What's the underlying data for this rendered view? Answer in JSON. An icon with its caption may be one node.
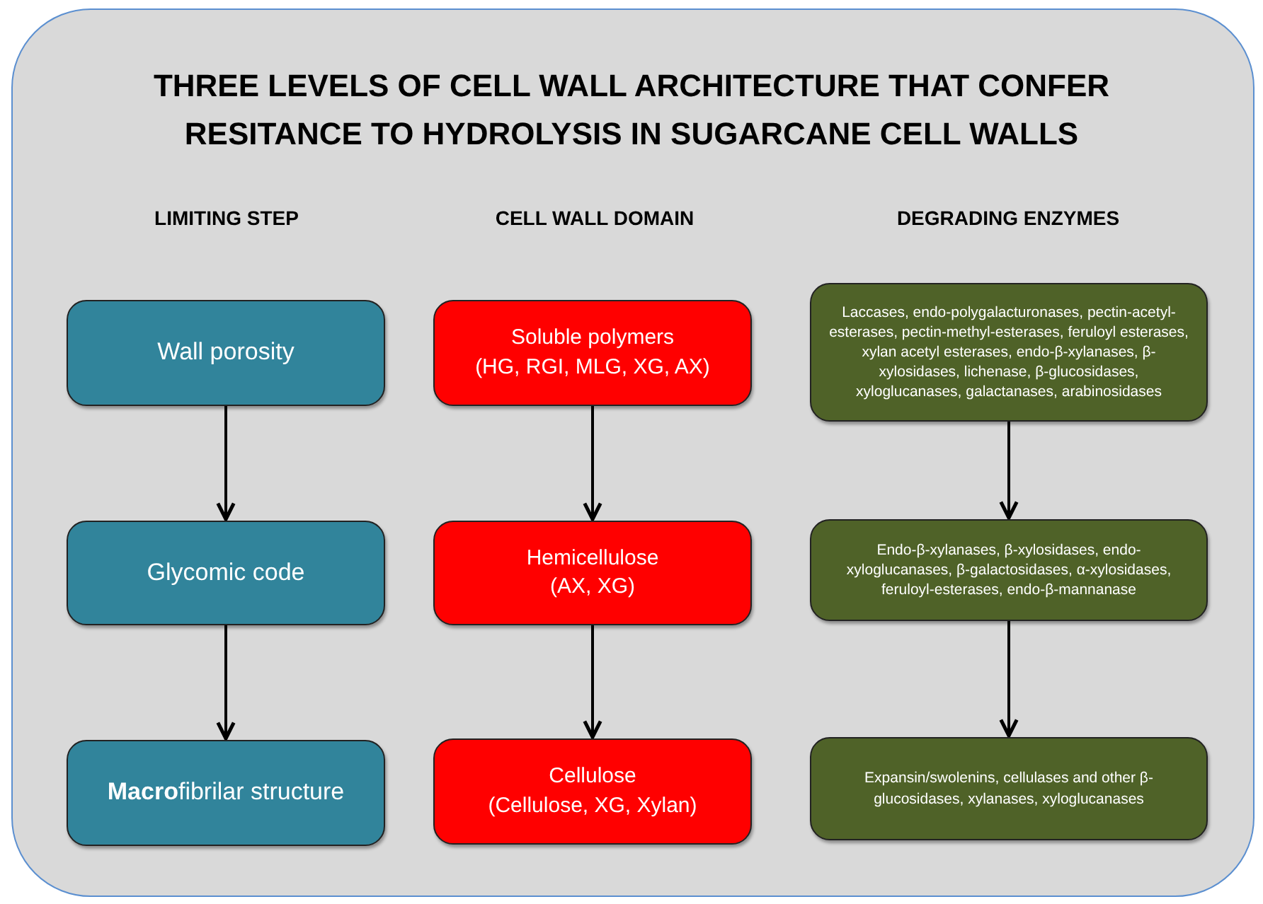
{
  "diagram": {
    "title": "THREE LEVELS OF CELL WALL ARCHITECTURE THAT CONFER RESITANCE TO HYDROLYSIS IN SUGARCANE CELL WALLS",
    "nodes": [
      {
        "text": [
          "Wall porosity"
        ]
      },
      {
        "text": [
          "Glycomic code"
        ]
      },
      {
        "text": [
          "**Macro**fibrilar structure"
        ]
      },
      {
        "text": [
          "Soluble polymers",
          "(HG, RGI, MLG, XG, AX)"
        ]
      },
      {
        "text": [
          "Hemicellulose",
          "(AX, XG)"
        ]
      },
      {
        "text": [
          "Cellulose",
          "(Cellulose, XG, Xylan)"
        ]
      },
      {
        "text": [
          "Laccases, endo-polygalacturonases, pectin-acetyl-esterases, pectin-methyl-esterases, feruloyl esterases, xylan acetyl esterases, endo-β-xylanases, β-xylosidases, lichenase, β-glucosidases, xyloglucanases, galactanases, arabinosidases"
        ]
      },
      {
        "text": [
          "Endo-β-xylanases, β-xylosidases, endo-xyloglucanases, β-galactosidases, α-xylosidases, feruloyl-esterases, endo-β-mannanase"
        ]
      },
      {
        "text": [
          "Expansin/swolenins, cellulases and other β-glucosidases, xylanases, xyloglucanases"
        ]
      }
    ],
    "edges": [
      {
        "from": 0,
        "to": 1,
        "arrow": "to"
      },
      {
        "from": 1,
        "to": 2,
        "arrow": "to"
      },
      {
        "from": 3,
        "to": 4,
        "arrow": "to"
      },
      {
        "from": 4,
        "to": 5,
        "arrow": "to"
      },
      {
        "from": 6,
        "to": 7,
        "arrow": "to"
      },
      {
        "from": 7,
        "to": 8,
        "arrow": "to"
      }
    ],
    "labels": [
      "LIMITING STEP",
      "CELL WALL DOMAIN",
      "DEGRADING ENZYMES"
    ]
  }
}
